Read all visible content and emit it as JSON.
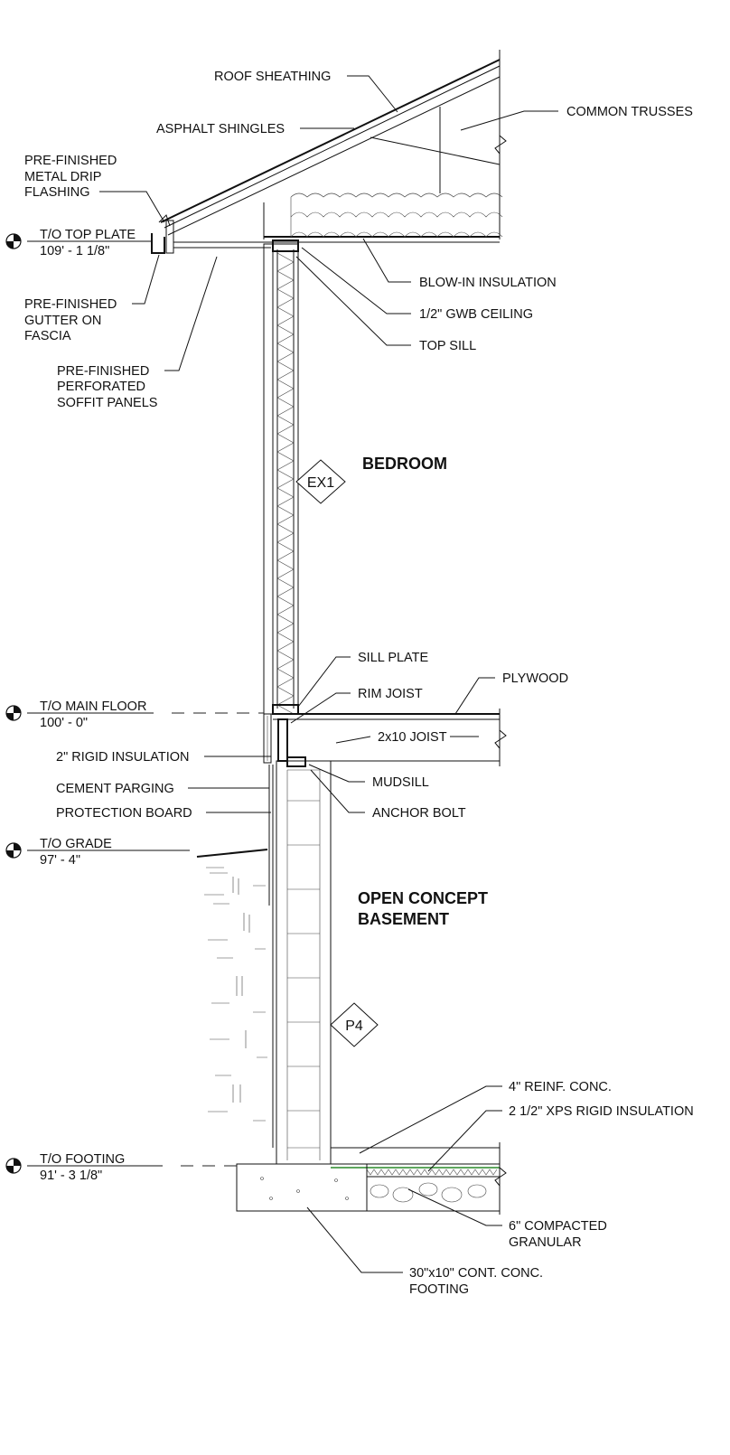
{
  "labels": {
    "roof_sheathing": "ROOF SHEATHING",
    "asphalt_shingles": "ASPHALT SHINGLES",
    "common_trusses": "COMMON TRUSSES",
    "drip_flashing_1": "PRE-FINISHED",
    "drip_flashing_2": "METAL DRIP",
    "drip_flashing_3": "FLASHING",
    "gutter_1": "PRE-FINISHED",
    "gutter_2": "GUTTER ON",
    "gutter_3": "FASCIA",
    "soffit_1": "PRE-FINISHED",
    "soffit_2": "PERFORATED",
    "soffit_3": "SOFFIT PANELS",
    "blow_in": "BLOW-IN INSULATION",
    "gwb_ceiling": "1/2\" GWB CEILING",
    "top_sill": "TOP SILL",
    "sill_plate": "SILL PLATE",
    "rim_joist": "RIM JOIST",
    "plywood": "PLYWOOD",
    "joist": "2x10 JOIST",
    "rigid_insulation": "2\" RIGID INSULATION",
    "cement_parging": "CEMENT PARGING",
    "protection_board": "PROTECTION BOARD",
    "mudsill": "MUDSILL",
    "anchor_bolt": "ANCHOR BOLT",
    "reinf_conc": "4\" REINF. CONC.",
    "xps": "2 1/2\" XPS RIGID INSULATION",
    "granular_1": "6\" COMPACTED",
    "granular_2": "GRANULAR",
    "footing_1": "30\"x10\" CONT. CONC.",
    "footing_2": "FOOTING"
  },
  "levels": {
    "top_plate": {
      "name": "T/O TOP PLATE",
      "elev": "109' - 1 1/8\""
    },
    "main_floor": {
      "name": "T/O MAIN FLOOR",
      "elev": "100' - 0\""
    },
    "grade": {
      "name": "T/O GRADE",
      "elev": "97' - 4\""
    },
    "footing": {
      "name": "T/O FOOTING",
      "elev": "91' - 3 1/8\""
    }
  },
  "rooms": {
    "bedroom": "BEDROOM",
    "basement_1": "OPEN CONCEPT",
    "basement_2": "BASEMENT"
  },
  "tags": {
    "wall": "EX1",
    "foundation": "P4"
  }
}
